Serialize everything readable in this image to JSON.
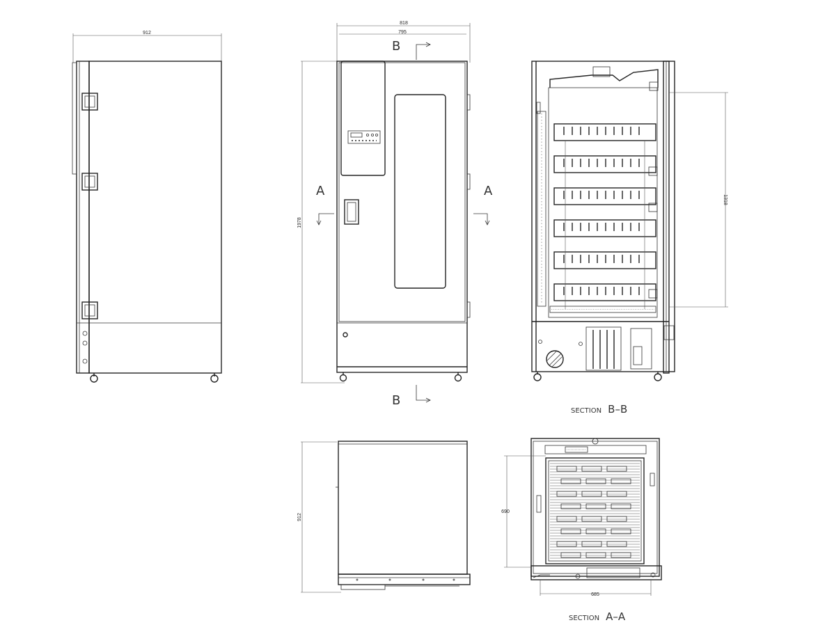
{
  "dimensions": {
    "side_width": "912",
    "front_outer_width": "818",
    "front_inner_width": "795",
    "height": "1978",
    "section_bb_height": "1318",
    "top_depth": "912",
    "section_aa_depth": "690",
    "section_aa_width": "685"
  },
  "section_marks": {
    "b_top": "B",
    "b_bottom": "B",
    "a_left": "A",
    "a_right": "A"
  },
  "captions": {
    "section_b_prefix": "SECTION",
    "section_b_id": "B–B",
    "section_a_prefix": "SECTION",
    "section_a_id": "A–A"
  }
}
